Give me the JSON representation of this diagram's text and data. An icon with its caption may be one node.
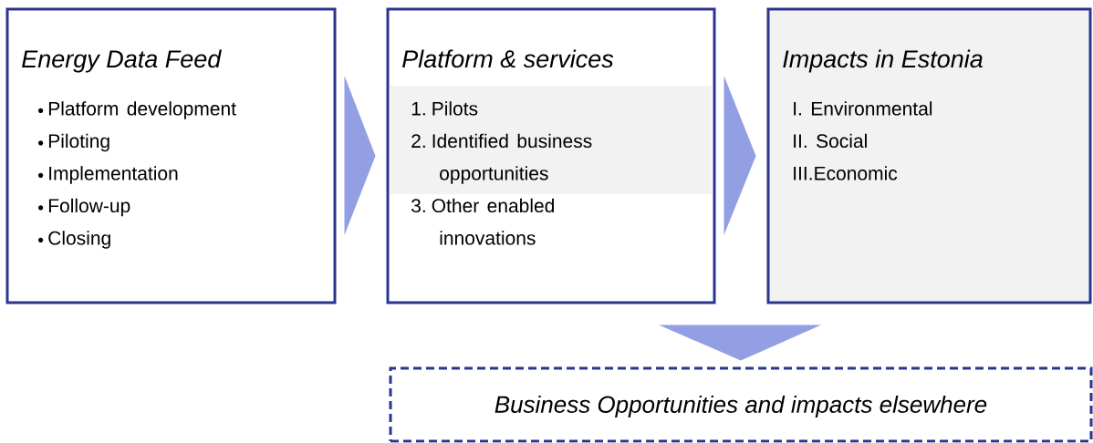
{
  "diagram": {
    "nodes": [
      {
        "text": [
          "Energy Data Feed",
          "Platform development",
          "Piloting",
          "Implementation",
          "Follow-up",
          "Closing"
        ]
      },
      {
        "text": [
          "Platform & services",
          "1. Pilots",
          "2. Identified business opportunities",
          "3. Other enabled innovations"
        ]
      },
      {
        "text": [
          "Impacts in Estonia",
          "I. Environmental",
          "II. Social",
          "III.Economic"
        ]
      },
      {
        "text": [
          "Business Opportunities and impacts elsewhere"
        ]
      }
    ],
    "edges": [
      {
        "from": 0,
        "to": 1,
        "arrow": "to"
      },
      {
        "from": 1,
        "to": 2,
        "arrow": "to"
      },
      {
        "from": null,
        "to": 3,
        "arrow": "to"
      }
    ]
  }
}
